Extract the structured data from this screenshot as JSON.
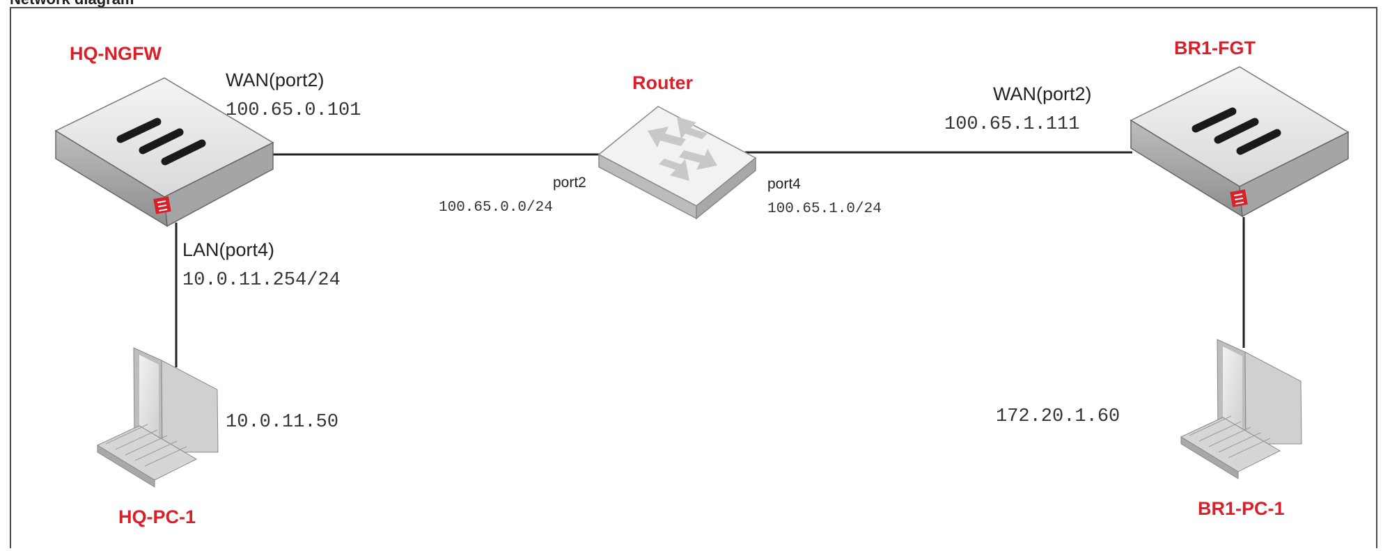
{
  "diagram": {
    "heading": "Network diagram",
    "colors": {
      "node_label": "#d9202a",
      "link": "#222222",
      "text": "#222222"
    },
    "nodes": {
      "hq_ngfw": {
        "label": "HQ-NGFW",
        "icon": "firewall-icon"
      },
      "router": {
        "label": "Router",
        "icon": "router-icon"
      },
      "br1_fgt": {
        "label": "BR1-FGT",
        "icon": "firewall-icon"
      },
      "hq_pc": {
        "label": "HQ-PC-1",
        "icon": "desktop-computer-icon",
        "ip": "10.0.11.50"
      },
      "br1_pc": {
        "label": "BR1-PC-1",
        "icon": "desktop-computer-icon",
        "ip": "172.20.1.60"
      }
    },
    "interfaces": {
      "hq_wan": {
        "label": "WAN(port2)",
        "ip": "100.65.0.101"
      },
      "hq_lan": {
        "label": "LAN(port4)",
        "ip": "10.0.11.254/24"
      },
      "router_port2": {
        "label": "port2",
        "ip": "100.65.0.0/24"
      },
      "router_port4": {
        "label": "port4",
        "ip": "100.65.1.0/24"
      },
      "br1_wan": {
        "label": "WAN(port2)",
        "ip": "100.65.1.111"
      }
    }
  }
}
